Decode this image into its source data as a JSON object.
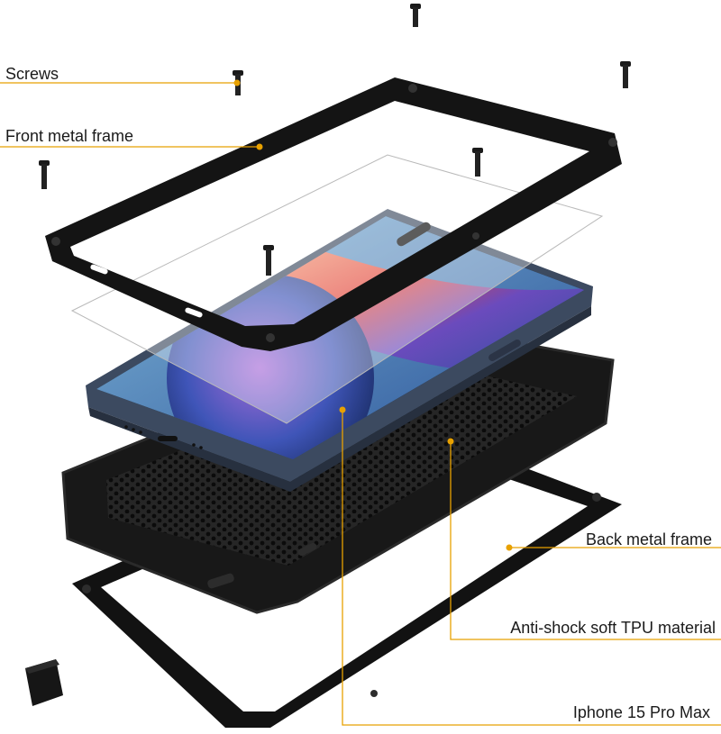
{
  "labels": {
    "screws": "Screws",
    "front_frame": "Front metal frame",
    "back_frame": "Back metal frame",
    "tpu": "Anti-shock soft TPU material",
    "phone": "Iphone 15 Pro Max"
  },
  "colors": {
    "leader": "#e8a100",
    "frame": "#141414",
    "tpu": "#1c1c1c",
    "phone_body": "#3a4a63",
    "screen_blue": "#2e5fa8",
    "screen_red": "#d8442f",
    "screen_purple": "#6b4bbd"
  }
}
